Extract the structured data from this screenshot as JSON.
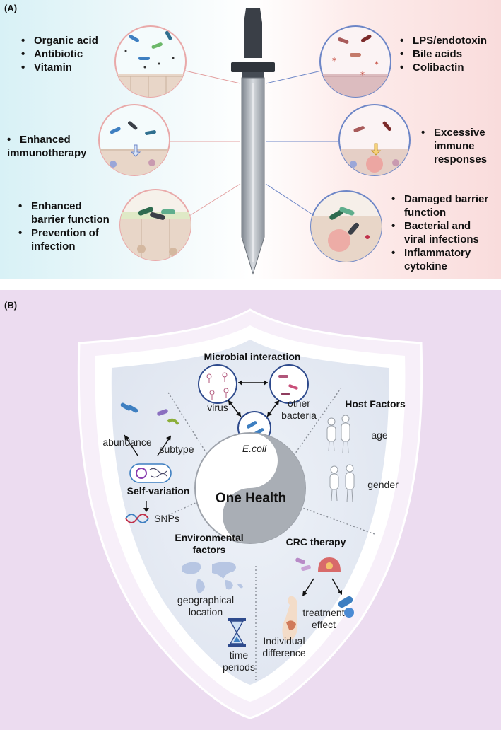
{
  "panel_a": {
    "label": "(A)",
    "left_lists": [
      [
        "Organic acid",
        "Antibiotic",
        "Vitamin"
      ],
      [
        "Enhanced",
        "immunotherapy"
      ],
      [
        "Enhanced",
        "barrier function",
        "Prevention of",
        "infection"
      ]
    ],
    "right_lists": [
      [
        "LPS/endotoxin",
        "Bile acids",
        "Colibactin"
      ],
      [
        "Excessive",
        "immune",
        "responses"
      ],
      [
        "Damaged barrier",
        "function",
        "Bacterial and",
        "viral infections",
        "Inflammatory",
        "cytokine"
      ]
    ]
  },
  "panel_b": {
    "label": "(B)",
    "microbial_title": "Microbial interaction",
    "virus": "virus",
    "other_bacteria": [
      "other",
      "bacteria"
    ],
    "ecoli": "E.coil",
    "host_title": "Host Factors",
    "age": "age",
    "gender": "gender",
    "abundance": "abundance",
    "subtype": "subtype",
    "self_variation": "Self-variation",
    "snps": "SNPs",
    "center": "One Health",
    "env_title": [
      "Environmental",
      "factors"
    ],
    "geo": [
      "geographical",
      "location"
    ],
    "time": [
      "time",
      "periods"
    ],
    "crc_title": "CRC therapy",
    "treatment": [
      "treatment",
      "effect"
    ],
    "individual": [
      "Individual",
      "difference"
    ]
  },
  "colors": {
    "sword_blade": "#9aa0a8",
    "sword_hilt": "#3a3f47",
    "shield_outer": "#f7eff9",
    "shield_inner": "#e3e8f3",
    "ecoli_blue": "#3e7fc1"
  }
}
